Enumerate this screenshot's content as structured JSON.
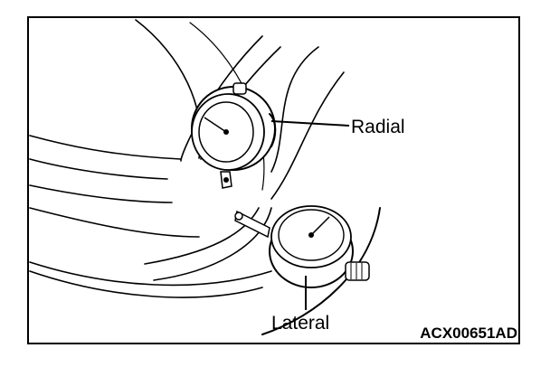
{
  "labels": {
    "radial": "Radial",
    "lateral": "Lateral",
    "figure_code": "ACX00651AD"
  },
  "colors": {
    "ink": "#000000",
    "paper": "#ffffff"
  }
}
